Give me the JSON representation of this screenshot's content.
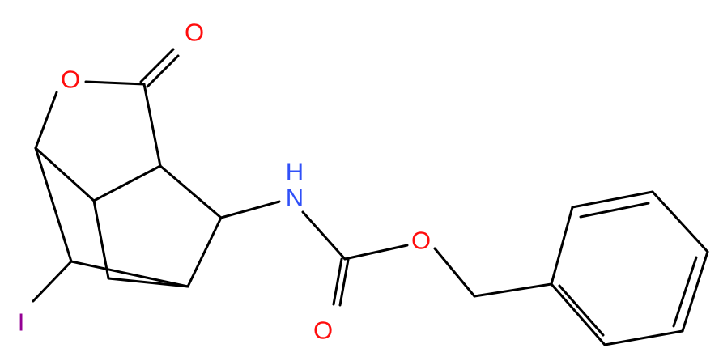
{
  "molecule": {
    "atoms": {
      "carbonyl_oxygen_lactone": {
        "symbol": "O",
        "color": "#ff0d0d"
      },
      "ring_oxygen": {
        "symbol": "O",
        "color": "#ff0d0d"
      },
      "nitrogen": {
        "symbol": "N",
        "color": "#3050f8"
      },
      "nitrogen_hydrogen": {
        "symbol": "H",
        "color": "#3050f8"
      },
      "ester_oxygen": {
        "symbol": "O",
        "color": "#ff0d0d"
      },
      "carbonyl_oxygen_carbamate": {
        "symbol": "O",
        "color": "#ff0d0d"
      },
      "iodine": {
        "symbol": "I",
        "color": "#940094"
      }
    },
    "bond_color": "#000000"
  }
}
